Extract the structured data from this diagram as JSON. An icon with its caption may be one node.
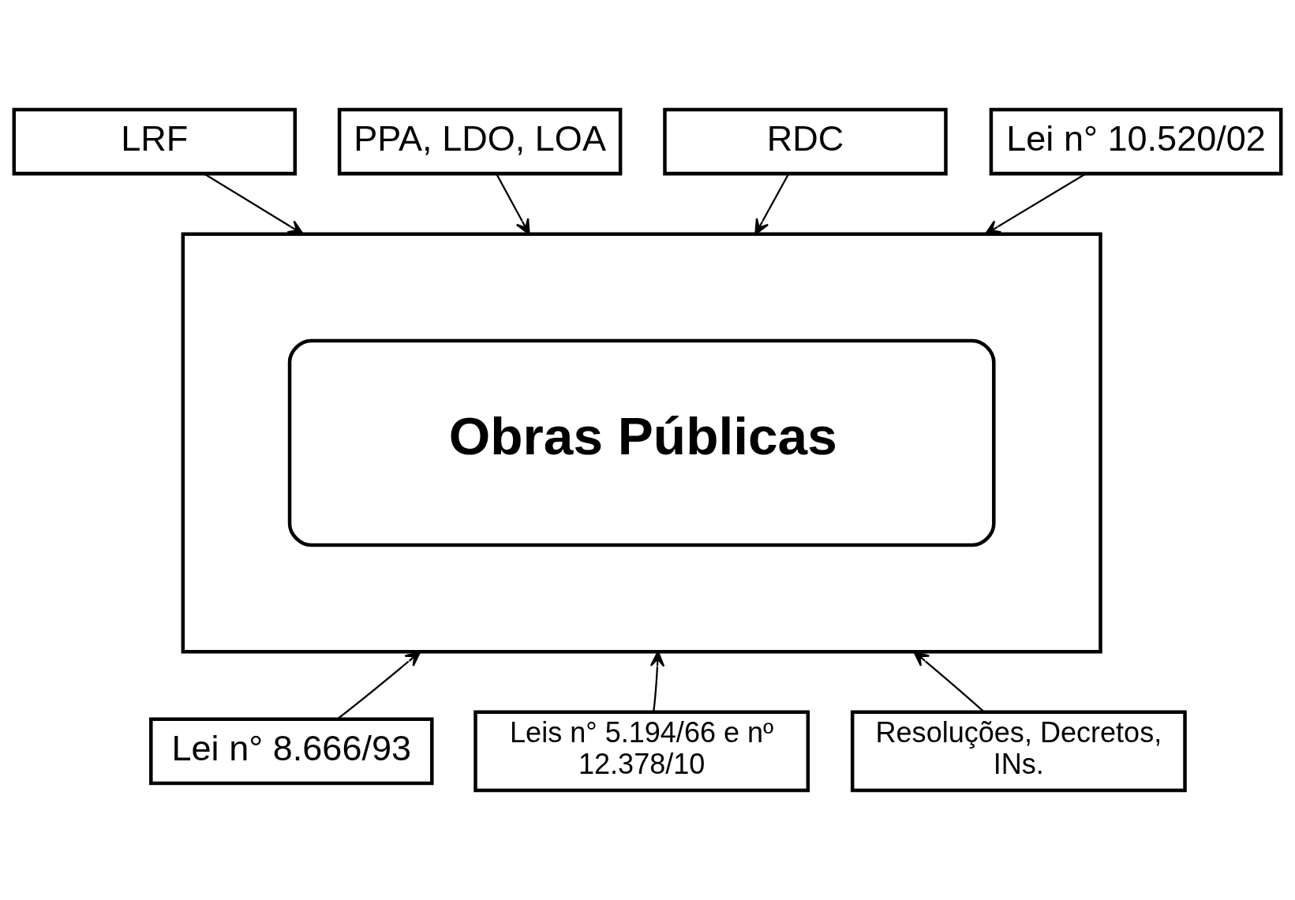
{
  "diagram": {
    "nodes": [
      {
        "text": [
          "LRF"
        ]
      },
      {
        "text": [
          "PPA, LDO, LOA"
        ]
      },
      {
        "text": [
          "RDC"
        ]
      },
      {
        "text": [
          "Lei n° 10.520/02"
        ]
      },
      {
        "text": [],
        "shape": "box"
      },
      {
        "text": [
          "Obras Públicas"
        ],
        "in": 4
      },
      {
        "text": [
          "Lei n° 8.666/93"
        ]
      },
      {
        "text": [
          "Leis n° 5.194/66 e nº 12.378/10"
        ]
      },
      {
        "text": [
          "Resoluções, Decretos, INs."
        ]
      }
    ],
    "edges": [
      {
        "from": 0,
        "to": 4,
        "arrow": "to"
      },
      {
        "from": 1,
        "to": 4,
        "arrow": "to"
      },
      {
        "from": 2,
        "to": 4,
        "arrow": "to"
      },
      {
        "from": 3,
        "to": 4,
        "arrow": "to"
      },
      {
        "from": 6,
        "to": 4,
        "arrow": "to"
      },
      {
        "from": 7,
        "to": 4,
        "arrow": "to"
      },
      {
        "from": 8,
        "to": 4,
        "arrow": "to"
      }
    ]
  }
}
